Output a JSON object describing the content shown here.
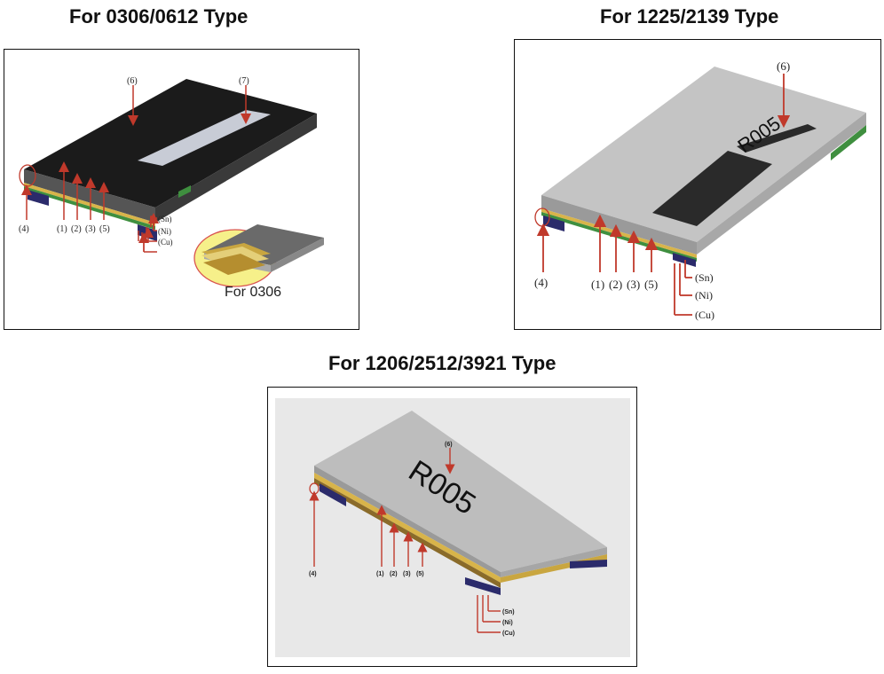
{
  "titles": {
    "left": "For 0306/0612 Type",
    "right": "For 1225/2139 Type",
    "bottom": "For 1206/2512/3921 Type"
  },
  "panel_a": {
    "callouts": [
      "(6)",
      "(7)",
      "(4)",
      "(1)",
      "(2)",
      "(3)",
      "(5)",
      "(Sn)",
      "(Ni)",
      "(Cu)"
    ],
    "inset_caption": "For 0306"
  },
  "panel_b": {
    "marking": "R005",
    "callouts": [
      "(6)",
      "(4)",
      "(1)",
      "(2)",
      "(3)",
      "(5)",
      "(Sn)",
      "(Ni)",
      "(Cu)"
    ]
  },
  "panel_c": {
    "marking": "R005",
    "callouts": [
      "(6)",
      "(4)",
      "(1)",
      "(2)",
      "(3)",
      "(5)",
      "(Sn)",
      "(Ni)",
      "(Cu)"
    ]
  },
  "colors": {
    "arrow": "#c0392b",
    "dark_top": "#2f2f2f",
    "grey_top": "#c4c4c4",
    "gold_layer": "#d8b44a",
    "green_layer": "#3f8f3f",
    "terminal": "#2b2b6b",
    "inset_highlight": "#f6f08a"
  }
}
